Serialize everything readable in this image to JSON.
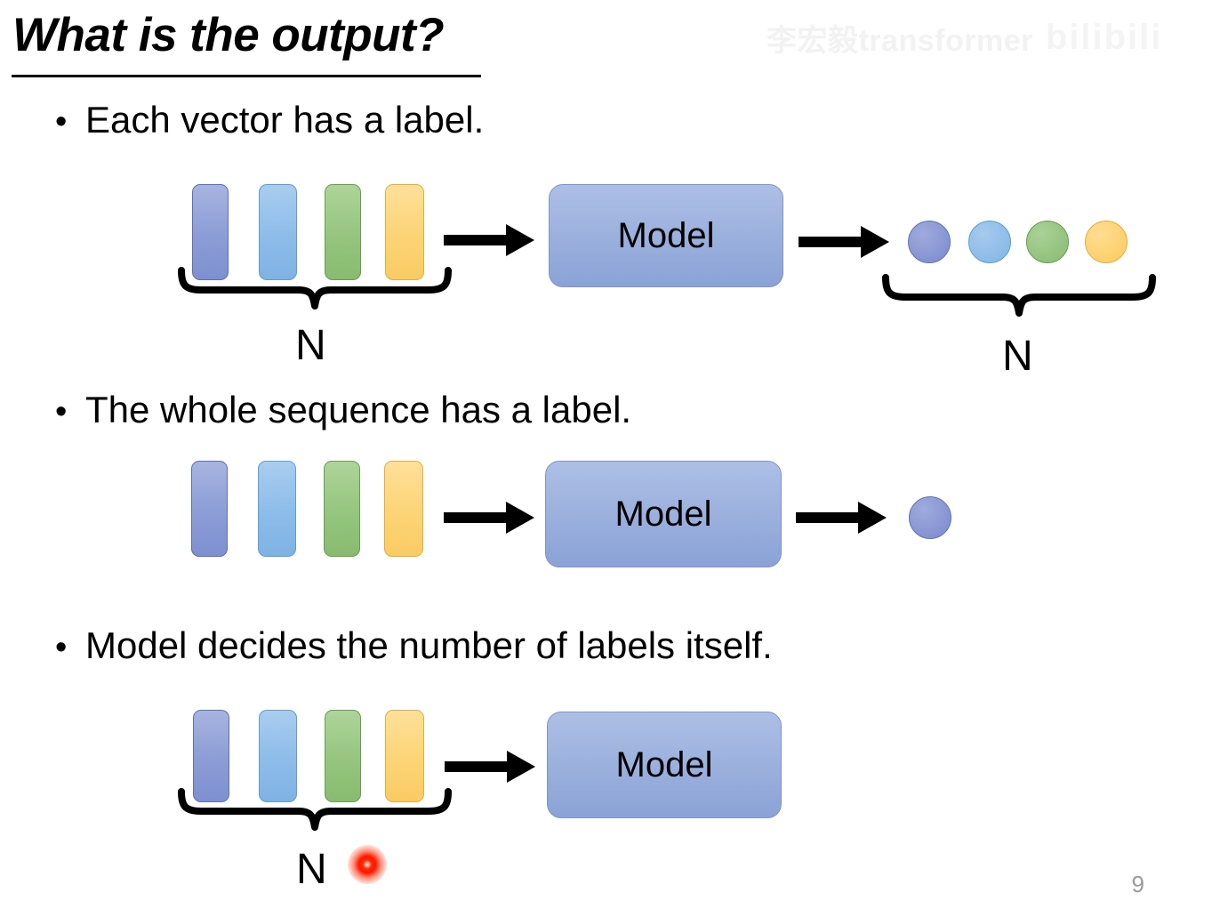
{
  "slide": {
    "title": "What is the output?",
    "page_number": "9",
    "watermark_text": "李宏毅transformer",
    "watermark_logo": "bilibili",
    "background_color": "#ffffff"
  },
  "palette": {
    "vector_1": "#8b9cd6",
    "vector_2": "#8dbce9",
    "vector_3": "#95c57e",
    "vector_4": "#fcd476",
    "model_box": "#9db2de",
    "laser_dot": "#ff1500",
    "page_number_color": "#9a9a9a"
  },
  "bullets": [
    {
      "marker": "•",
      "text": "Each vector has a label."
    },
    {
      "marker": "•",
      "text": "The whole sequence has a label."
    },
    {
      "marker": "•",
      "text": "Model decides the number of labels itself."
    }
  ],
  "diagrams": [
    {
      "id": "each-vector-has-a-label",
      "input_vectors": 4,
      "model_label": "Model",
      "input_brace_label": "N",
      "output_type": "sequence-of-circles",
      "output_count": 4,
      "output_brace_label": "N"
    },
    {
      "id": "whole-sequence-has-a-label",
      "input_vectors": 4,
      "model_label": "Model",
      "input_brace_label": "",
      "output_type": "single-circle",
      "output_count": 1,
      "output_brace_label": ""
    },
    {
      "id": "model-decides-number-of-labels",
      "input_vectors": 4,
      "model_label": "Model",
      "input_brace_label": "N",
      "output_type": "none",
      "output_count": 0,
      "output_brace_label": ""
    }
  ]
}
